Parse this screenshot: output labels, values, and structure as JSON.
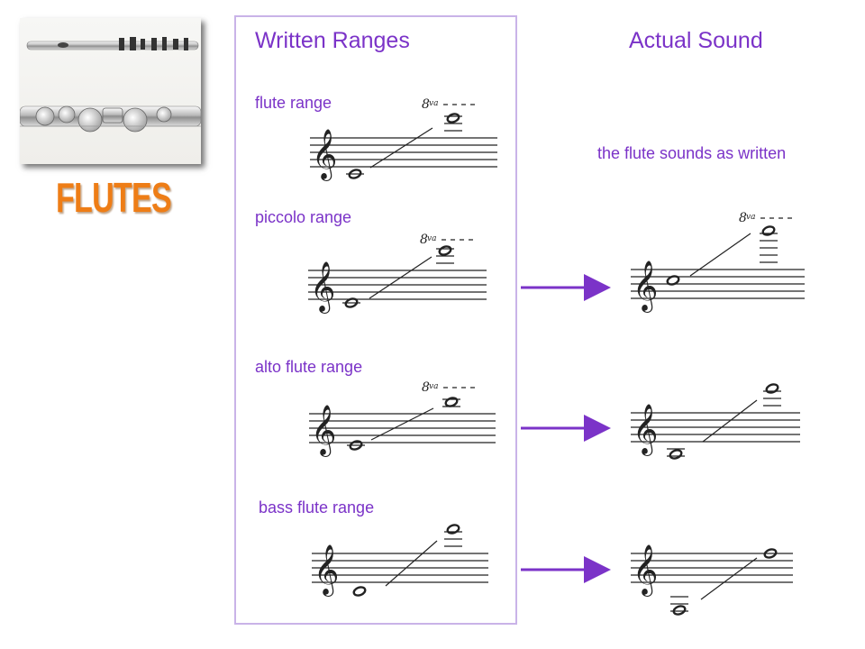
{
  "brand": {
    "title": "FLUTES"
  },
  "headings": {
    "written": "Written Ranges",
    "actual": "Actual Sound"
  },
  "ranges": [
    {
      "id": "flute",
      "label": "flute range",
      "octave_mark": "8va",
      "sounding_note": "the flute sounds as written"
    },
    {
      "id": "piccolo",
      "label": "piccolo range",
      "octave_mark": "8va"
    },
    {
      "id": "alto",
      "label": "alto flute range",
      "octave_mark": "8va"
    },
    {
      "id": "bass",
      "label": "bass flute range"
    }
  ],
  "colors": {
    "accent_purple": "#7b33c8",
    "box_border": "#c9b3e8",
    "arrow": "#7b33c8",
    "brand_orange": "#ee7d16",
    "staff": "#222222"
  },
  "icons": [
    "flute-photo",
    "treble-clef-icon",
    "right-arrow-icon"
  ]
}
